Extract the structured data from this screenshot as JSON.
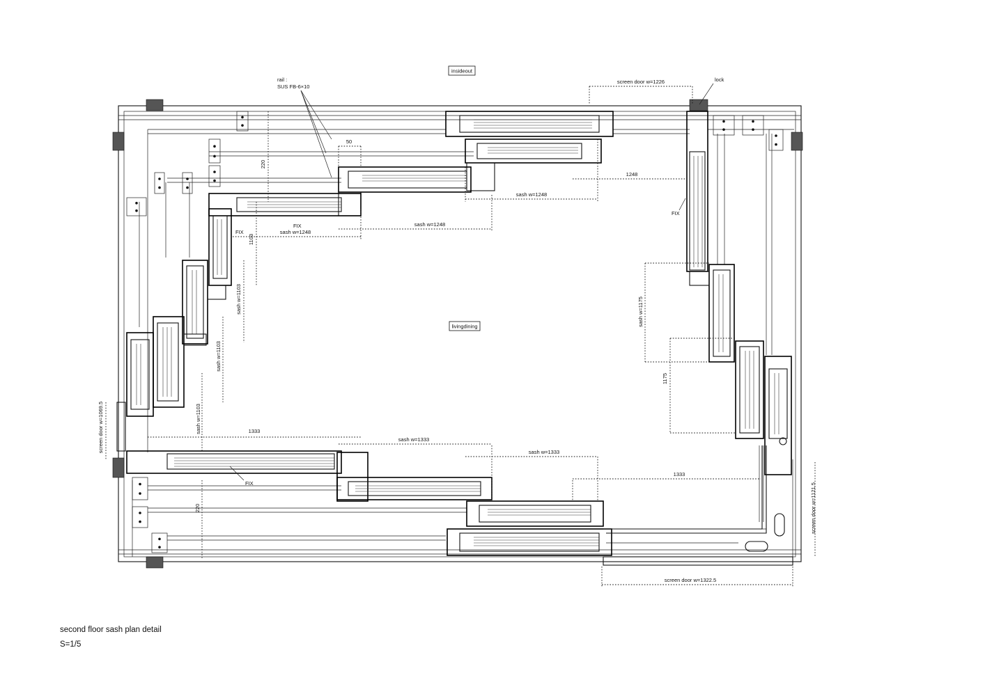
{
  "title": "second floor sash plan detail",
  "scale": "S=1/5",
  "rooms": {
    "outside": "insideout",
    "inside": "livingdining"
  },
  "labels": {
    "rail": "rail :",
    "rail_spec": "SUS FB-6×10",
    "fix": "FIX",
    "lock": "lock"
  },
  "dimensions": {
    "screen_door_top": "screen door w=1226",
    "screen_door_bottom": "screen door w=1322.5",
    "screen_door_left": "screen door w=1069.5",
    "screen_door_right": "screen door w=1121.5",
    "sash_1248": "sash w=1248",
    "sash_1333": "sash w=1333",
    "sash_1103": "sash w=1103",
    "sash_1175": "sash w=1175",
    "d50": "50",
    "d220": "220",
    "d1248": "1248",
    "d1333": "1333",
    "d1103": "1103",
    "d1175": "1175"
  },
  "colors": {
    "line": "#111111",
    "paper": "#ffffff"
  }
}
